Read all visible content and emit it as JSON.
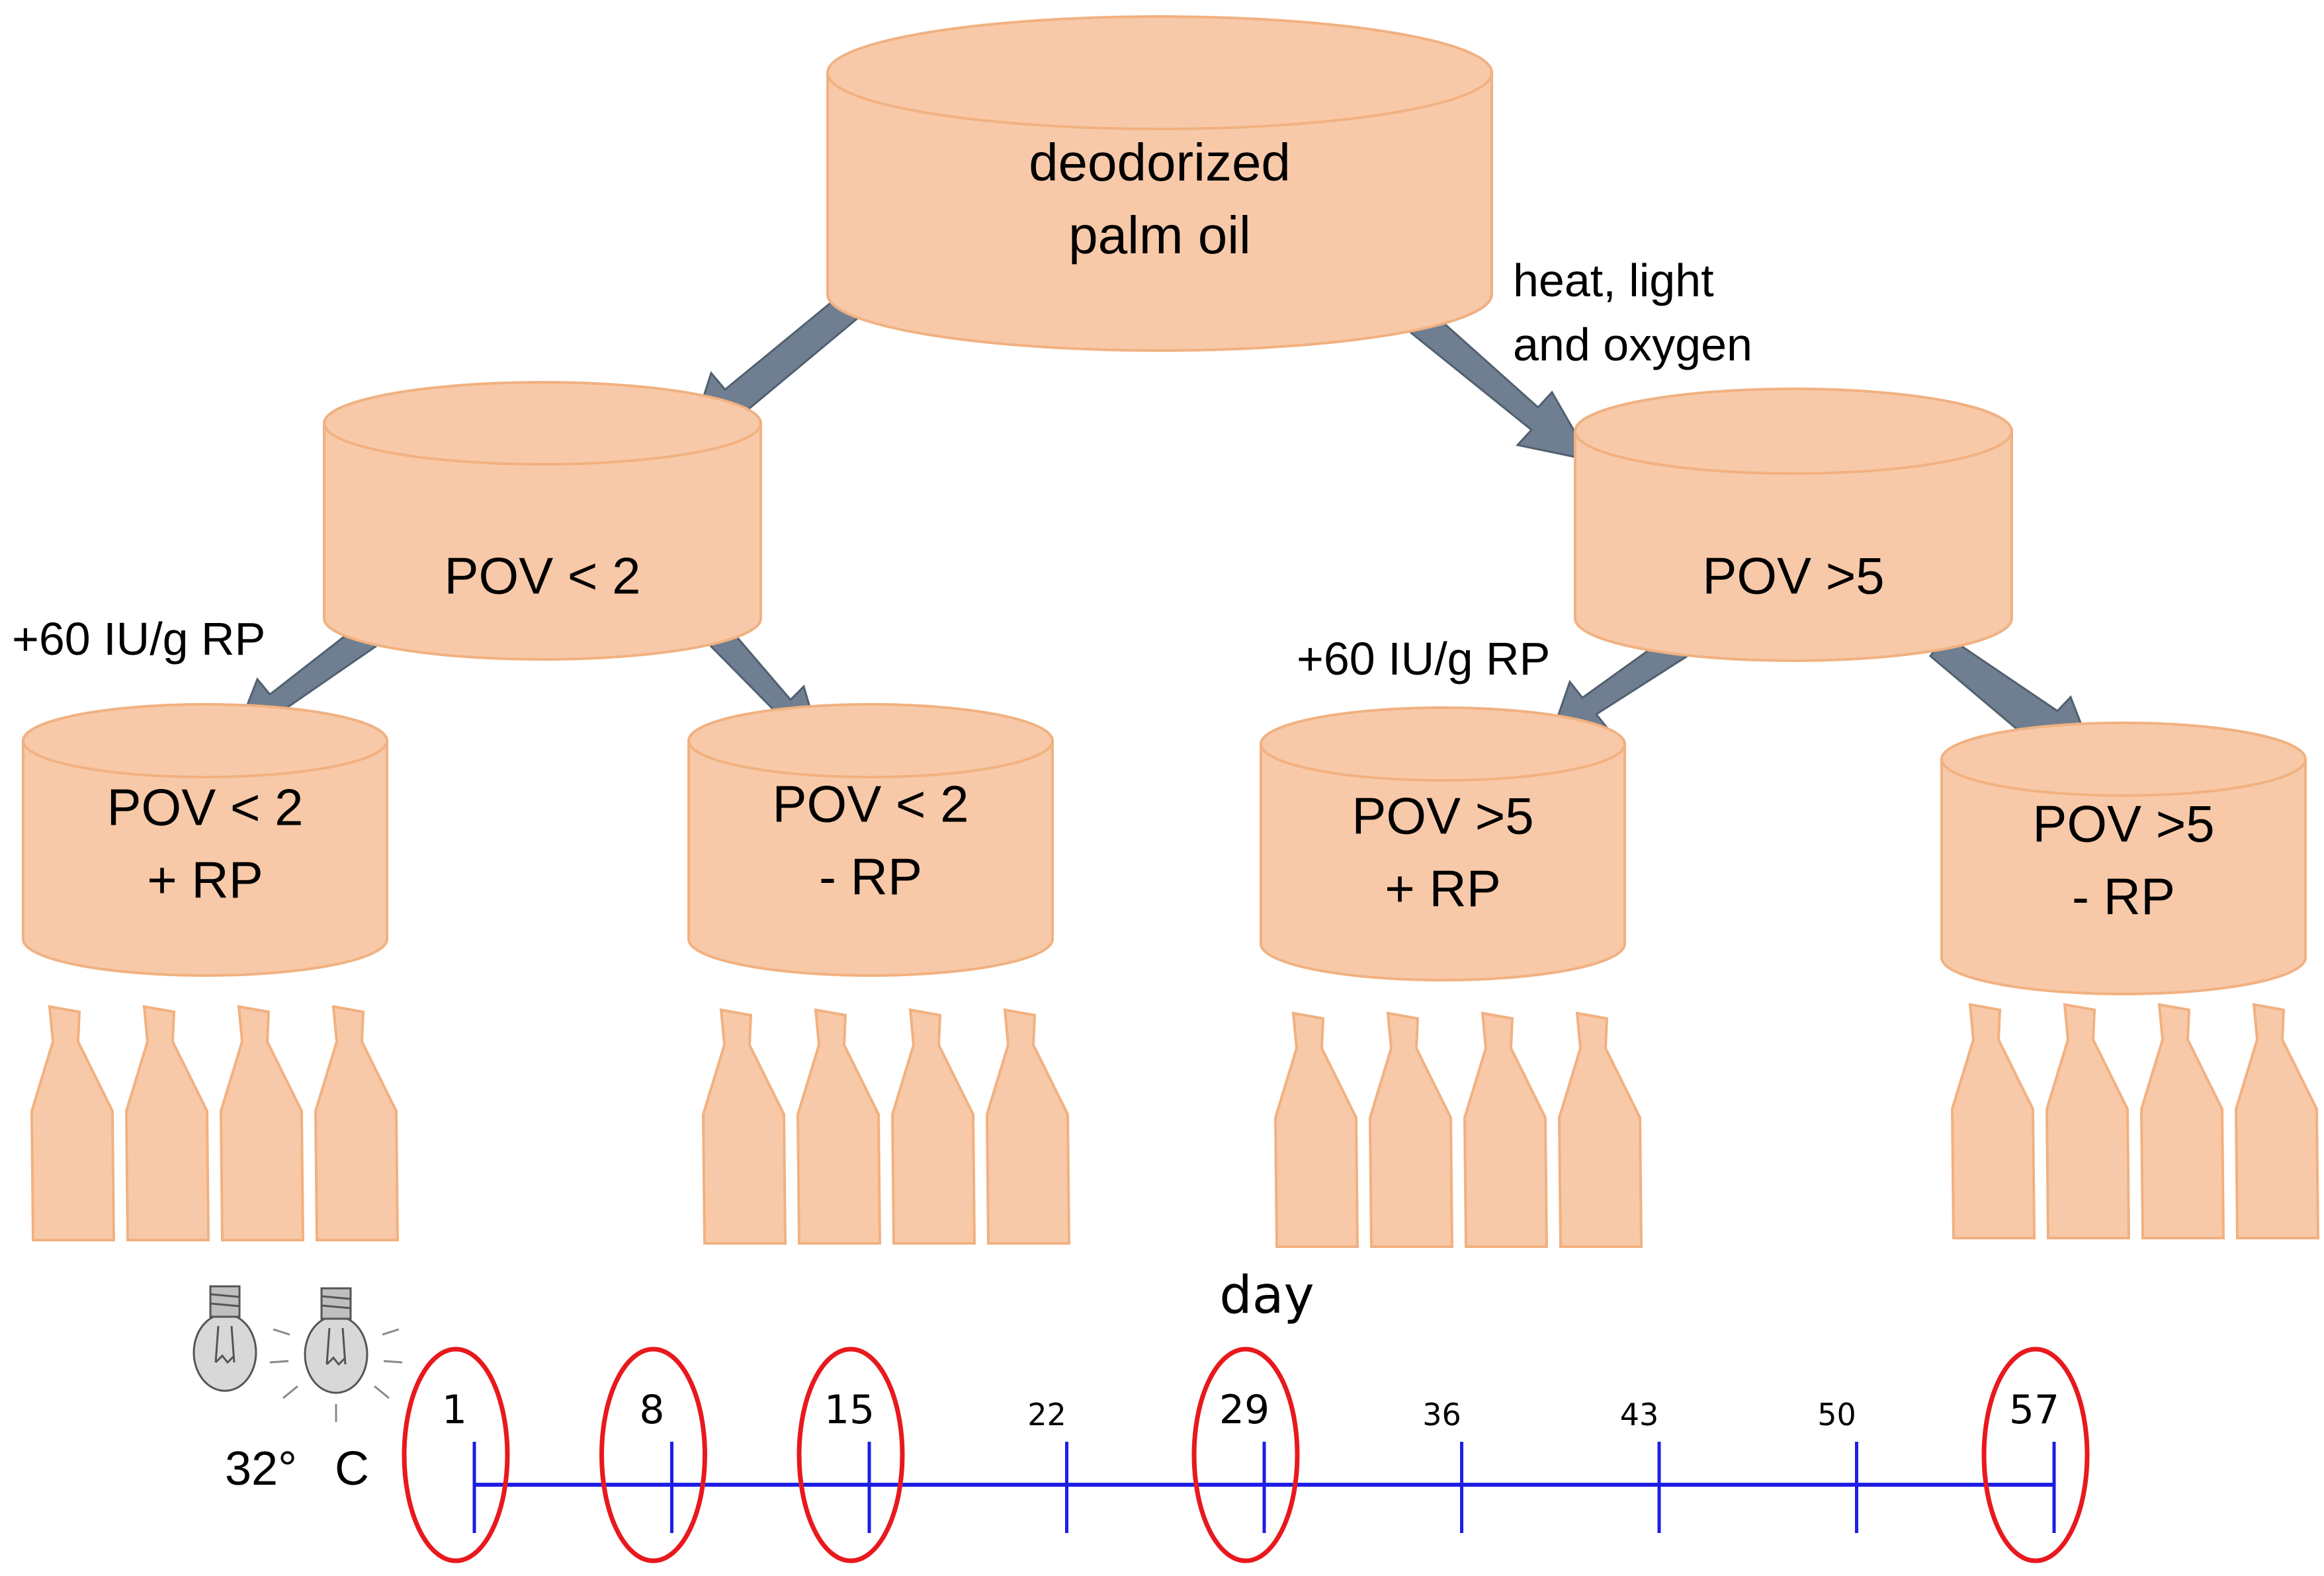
{
  "colors": {
    "fill": "#f8c9a8",
    "stroke": "#f1b181",
    "arrow": "#6f7f91",
    "arrow_stroke": "#51606f",
    "timeline": "#1e1ee6",
    "circle": "#e8191d",
    "bulb": "#d8d8d8"
  },
  "containers": {
    "top": [
      "deodorized",
      "palm oil"
    ],
    "mid_left": [
      "POV < 2"
    ],
    "mid_right": [
      "POV >5"
    ],
    "bottom_1": [
      "POV < 2",
      "+ RP"
    ],
    "bottom_2": [
      "POV < 2",
      "- RP"
    ],
    "bottom_3": [
      "POV >5",
      "+ RP"
    ],
    "bottom_4": [
      "POV >5",
      "- RP"
    ]
  },
  "annotations": {
    "treatment": [
      "heat, light",
      "and oxygen"
    ],
    "rp_left": "+60 IU/g RP",
    "rp_right": "+60 IU/g RP"
  },
  "timeline": {
    "title": "day",
    "days": [
      1,
      8,
      15,
      22,
      29,
      36,
      43,
      50,
      57
    ],
    "sampled_days": [
      1,
      8,
      15,
      29,
      57
    ],
    "temperature_value": "32°",
    "temperature_unit": "C"
  },
  "icons": [
    "light-bulb-off-icon",
    "light-bulb-on-icon",
    "bottle-icon"
  ]
}
